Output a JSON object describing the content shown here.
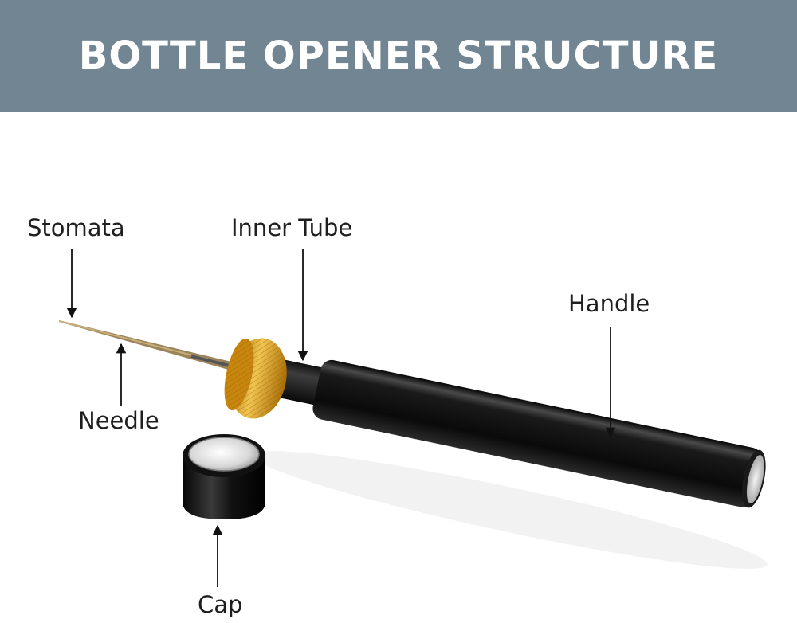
{
  "banner": {
    "title": "BOTTLE OPENER STRUCTURE",
    "background_color": "#718593",
    "text_color": "#ffffff"
  },
  "diagram": {
    "subject": "bottle opener tool: needle, inner tube, knurled gold collar, black handle, separate cap",
    "labels": {
      "stomata": "Stomata",
      "inner_tube": "Inner Tube",
      "handle": "Handle",
      "needle": "Needle",
      "cap": "Cap"
    },
    "colors": {
      "handle": "#0d0d0d",
      "collar": "#d89a18",
      "needle": "#a88d5e",
      "cap_face": "#d8d8d8",
      "arrow": "#111111"
    }
  }
}
